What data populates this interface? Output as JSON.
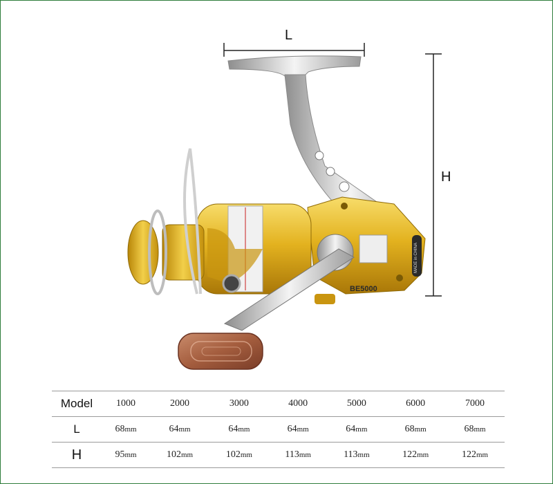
{
  "image": {
    "dimension_labels": {
      "length": "L",
      "height": "H"
    },
    "reel_model_marking": "BE5000",
    "reel_side_marking": "MADE in CHINA"
  },
  "spec_table": {
    "header": {
      "label": "Model",
      "values": [
        "1000",
        "2000",
        "3000",
        "4000",
        "5000",
        "6000",
        "7000"
      ]
    },
    "rows": [
      {
        "label": "L",
        "values": [
          "68",
          "64",
          "64",
          "64",
          "64",
          "68",
          "68"
        ],
        "unit": "mm"
      },
      {
        "label": "H",
        "values": [
          "95",
          "102",
          "102",
          "113",
          "113",
          "122",
          "122"
        ],
        "unit": "mm"
      }
    ]
  },
  "colors": {
    "frame_border": "#2e7d3a",
    "gold_body": "#e3b21f",
    "chrome": "#c9c9c9",
    "wood_knob": "#a45d3e"
  }
}
